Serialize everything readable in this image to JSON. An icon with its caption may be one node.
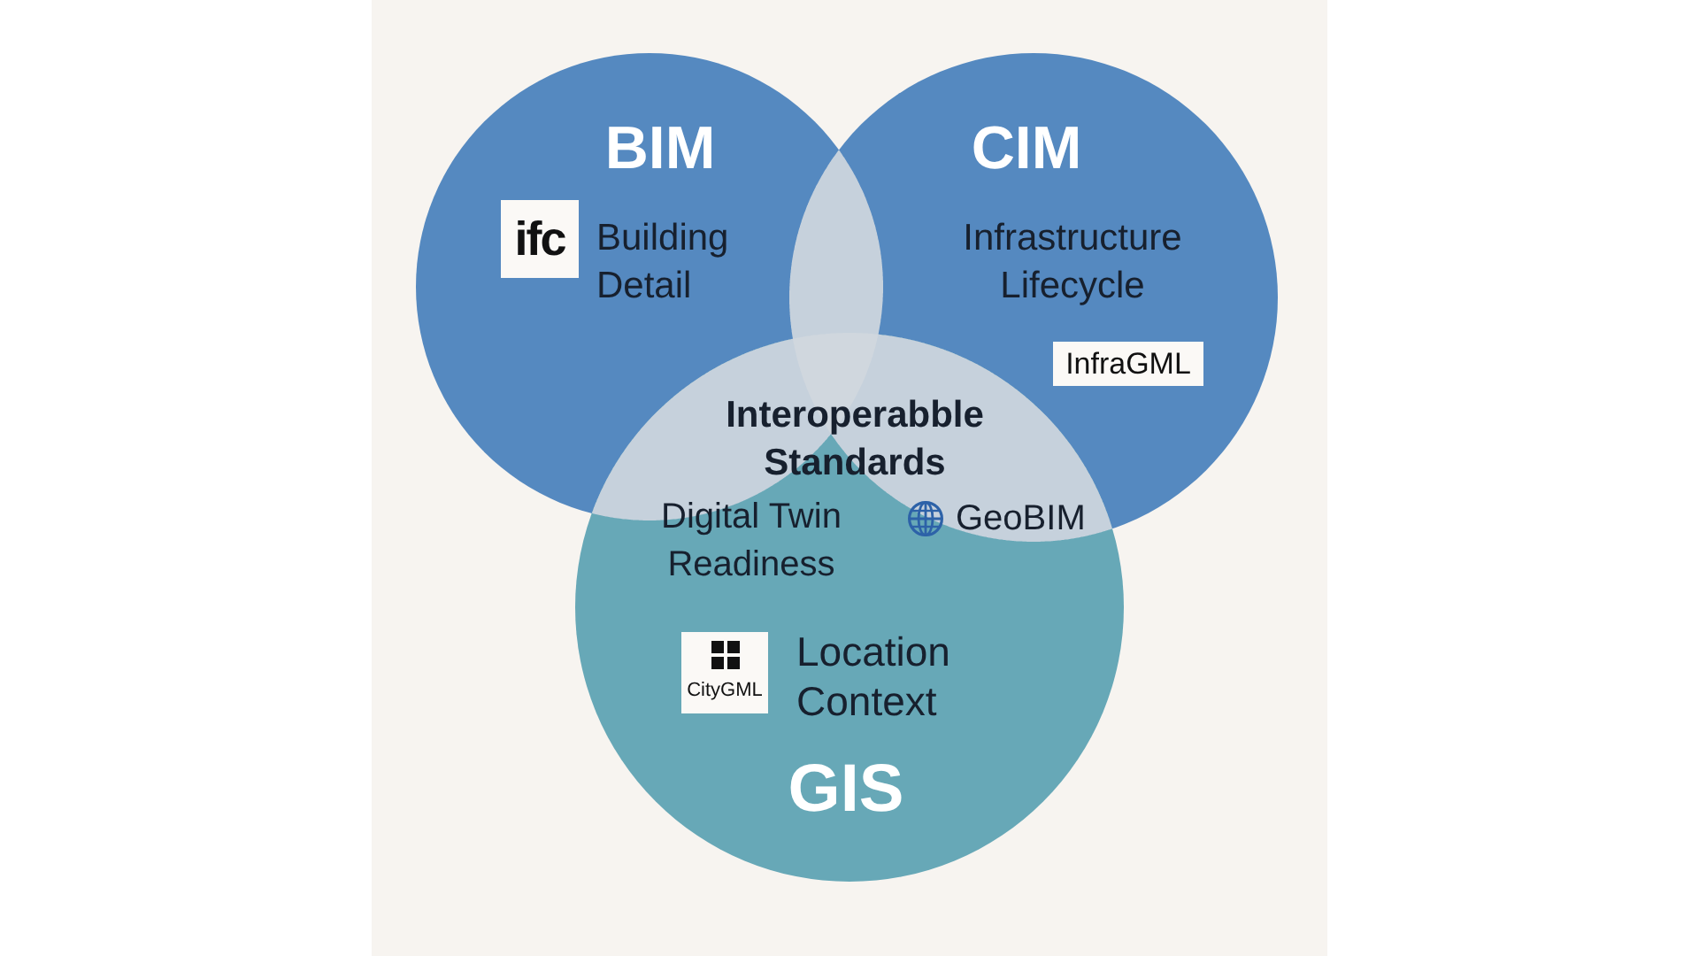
{
  "diagram": {
    "nodes": [
      {
        "text": [
          "BIM",
          "Building Detail"
        ]
      },
      {
        "text": [
          "ifc"
        ],
        "in": 0
      },
      {
        "text": [
          "CIM",
          "Infrastructure Lifecycle"
        ]
      },
      {
        "text": [
          "InfraGML"
        ],
        "in": 2
      },
      {
        "text": [
          "Location Context",
          "GIS"
        ]
      },
      {
        "text": [
          "CityGML"
        ],
        "in": 4
      }
    ],
    "labels": [
      "Interoperabble Standards",
      "Digital Twin Readiness",
      "GeoBIM"
    ]
  }
}
